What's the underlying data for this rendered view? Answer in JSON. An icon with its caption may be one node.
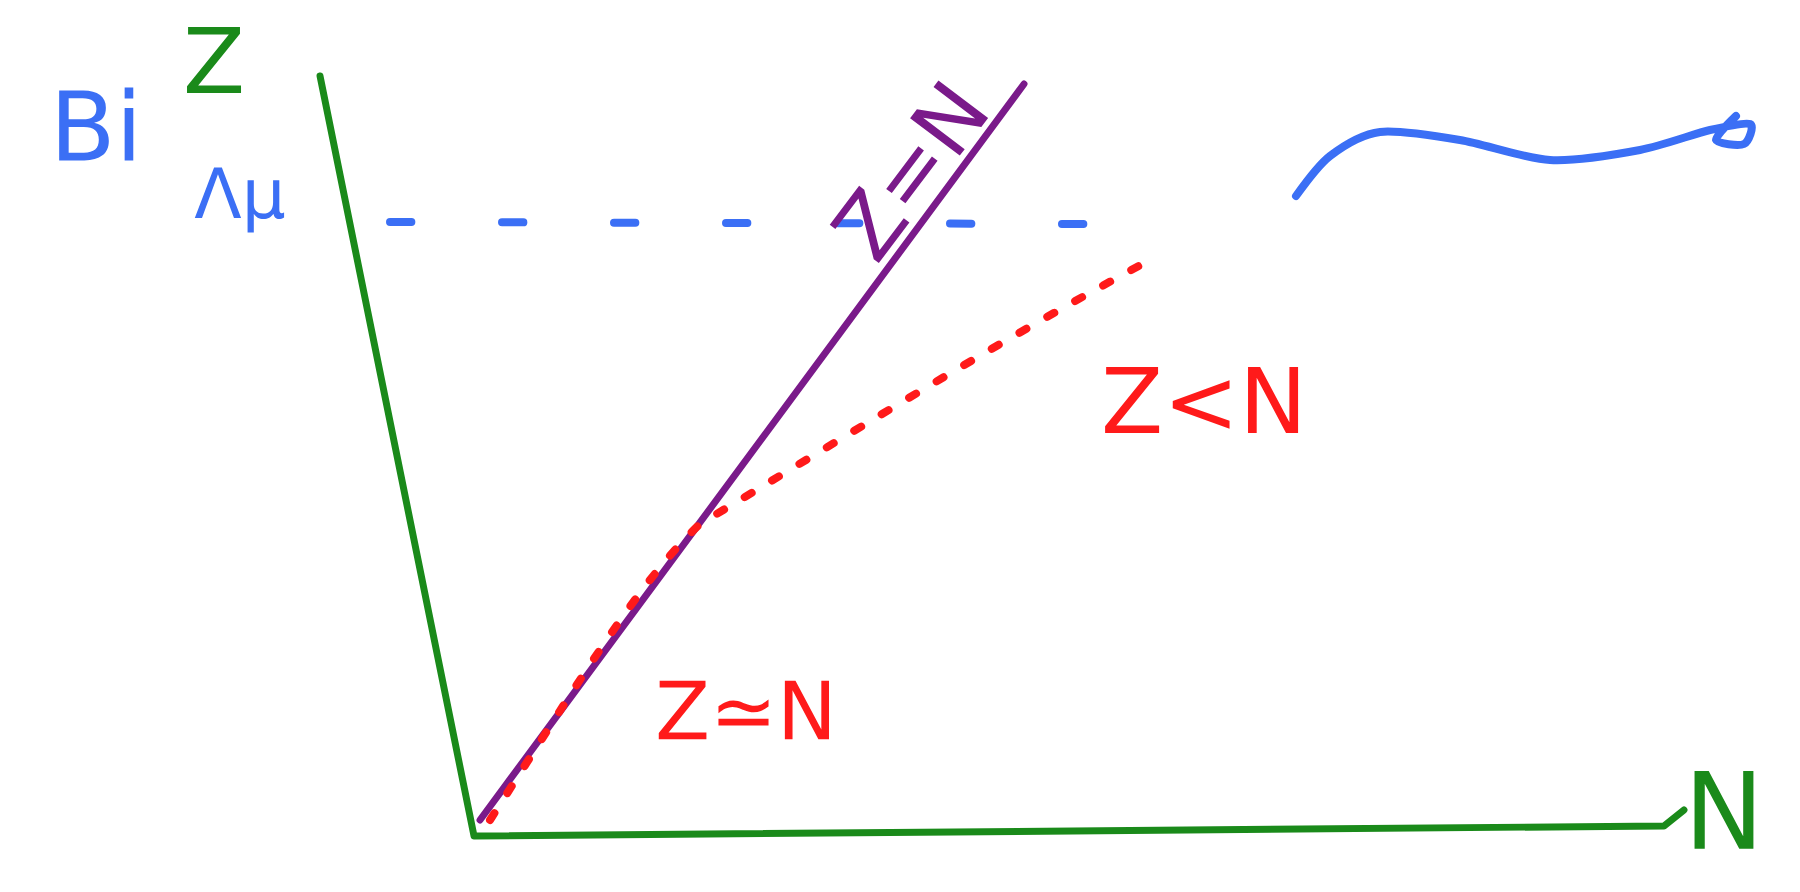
{
  "diagram": {
    "labels": [
      "Z",
      "Bi",
      "Λμ",
      "Z=N",
      "Z<N",
      "Z≃N",
      "N"
    ]
  }
}
